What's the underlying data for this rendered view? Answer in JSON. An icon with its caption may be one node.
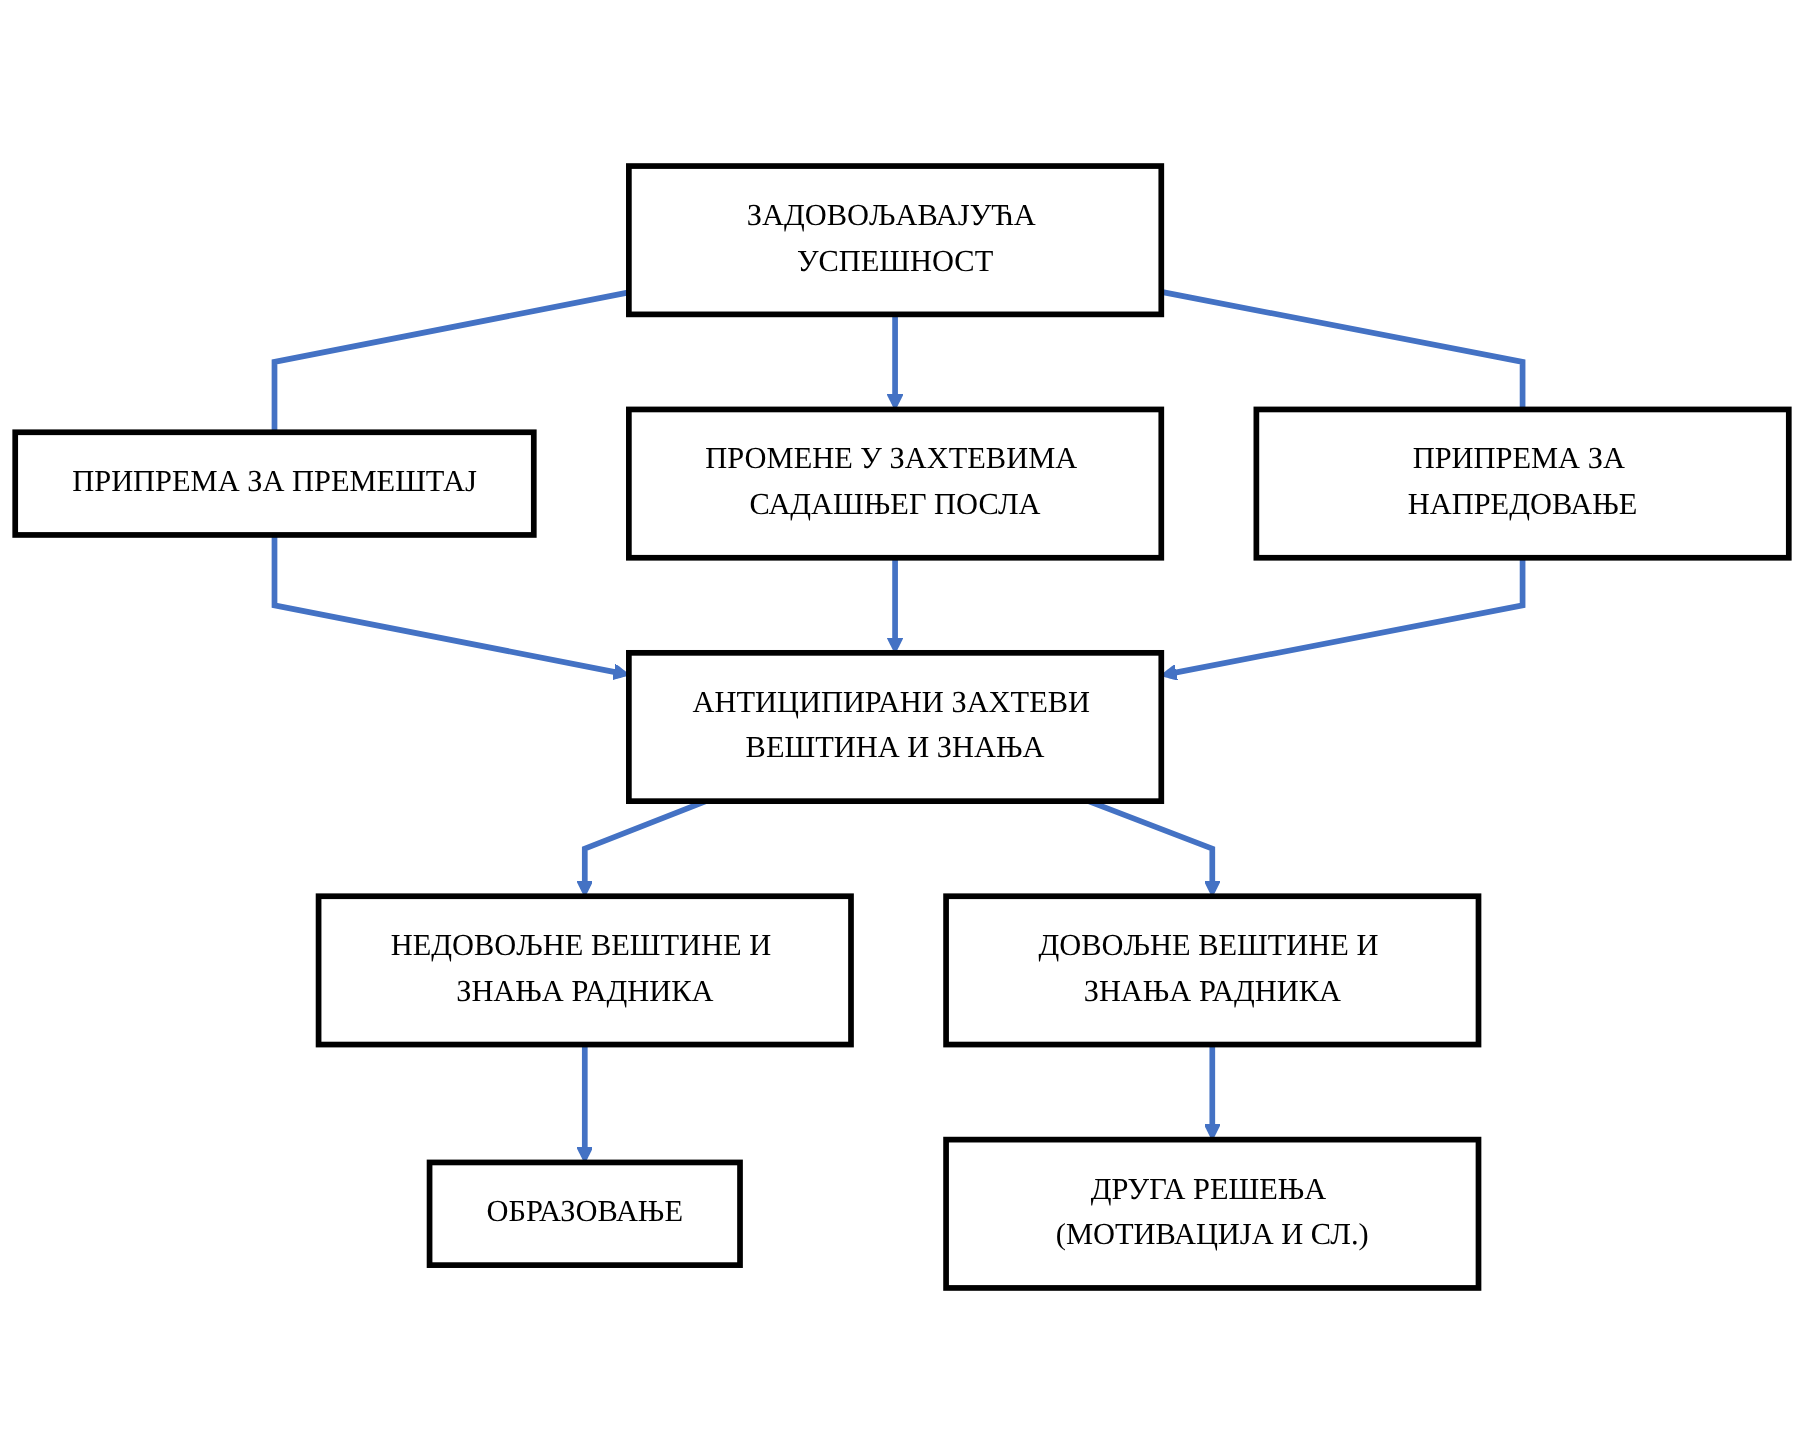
{
  "diagram": {
    "nodes": [
      {
        "text": [
          "ЗАДОВОЉАВАЈУЋА УСПЕШНОСТ"
        ]
      },
      {
        "text": [
          "ПРИПРЕМА ЗА ПРЕМЕШТАЈ"
        ]
      },
      {
        "text": [
          "ПРОМЕНЕ У ЗАХТЕВИМА САДАШЊЕГ ПОСЛА"
        ]
      },
      {
        "text": [
          "ПРИПРЕМА ЗА НАПРЕДОВАЊЕ"
        ]
      },
      {
        "text": [
          "АНТИЦИПИРАНИ ЗАХТЕВИ ВЕШТИНА И ЗНАЊА"
        ]
      },
      {
        "text": [
          "НЕДОВОЉНЕ ВЕШТИНЕ И ЗНАЊА РАДНИКА"
        ]
      },
      {
        "text": [
          "ДОВОЉНЕ ВЕШТИНЕ И ЗНАЊА РАДНИКА"
        ]
      },
      {
        "text": [
          "ОБРАЗОВАЊЕ"
        ]
      },
      {
        "text": [
          "ДРУГА РЕШЕЊА (МОТИВАЦИЈА И СЛ.)"
        ]
      }
    ],
    "edges": [
      {
        "from": 0,
        "to": 1,
        "arrow": "none"
      },
      {
        "from": 0,
        "to": 2,
        "arrow": "to"
      },
      {
        "from": 0,
        "to": 3,
        "arrow": "none"
      },
      {
        "from": 1,
        "to": 4,
        "arrow": "to"
      },
      {
        "from": 2,
        "to": 4,
        "arrow": "to"
      },
      {
        "from": 3,
        "to": 4,
        "arrow": "to"
      },
      {
        "from": 4,
        "to": 5,
        "arrow": "to"
      },
      {
        "from": 4,
        "to": 6,
        "arrow": "to"
      },
      {
        "from": 5,
        "to": 7,
        "arrow": "to"
      },
      {
        "from": 6,
        "to": 8,
        "arrow": "to"
      }
    ]
  }
}
